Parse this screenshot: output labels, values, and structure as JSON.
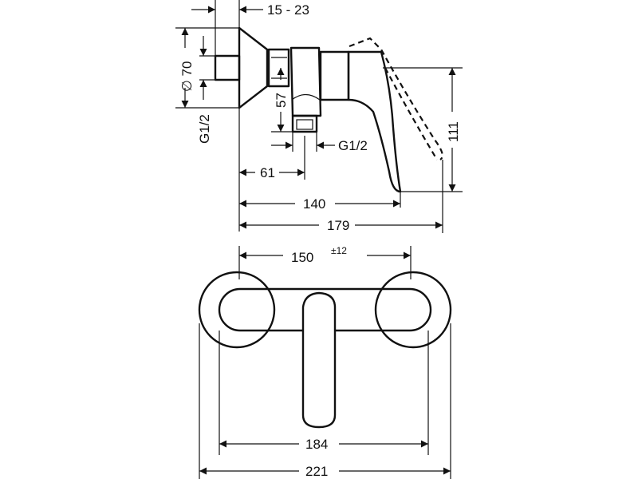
{
  "side_view": {
    "dim_offset": "15 - 23",
    "dim_diameter": "∅  70",
    "dim_inlet_thread": "G1/2",
    "dim_outlet_height": "57",
    "dim_outlet_thread": "G1/2",
    "dim_outlet_distance": "61",
    "dim_lever_depth": "140",
    "dim_total_depth": "179",
    "dim_lever_height": "111"
  },
  "front_view": {
    "dim_centers": "150",
    "dim_centers_tolerance": "±12",
    "dim_inner_width": "184",
    "dim_total_width": "221"
  }
}
